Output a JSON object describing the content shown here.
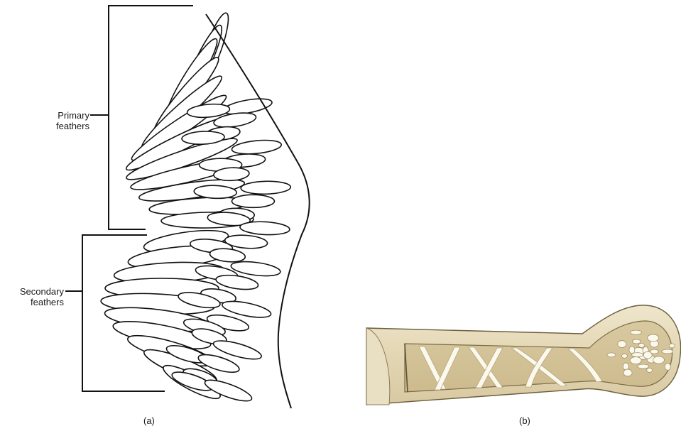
{
  "panel_a": {
    "primary_label": "Primary\nfeathers",
    "secondary_label": "Secondary\nfeathers",
    "caption": "(a)"
  },
  "panel_b": {
    "caption": "(b)"
  }
}
